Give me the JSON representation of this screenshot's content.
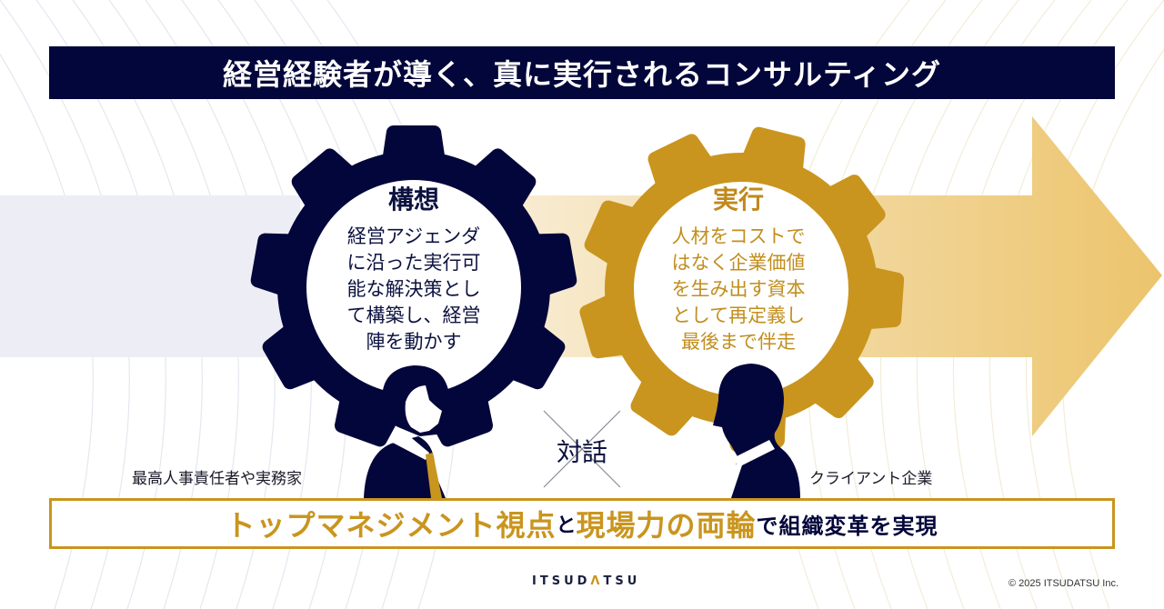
{
  "title": "経営経験者が導く、真に実行されるコンサルティング",
  "gears": [
    {
      "id": "concept",
      "heading": "構想",
      "body_lines": [
        "経営アジェンダ",
        "に沿った実行可",
        "能な解決策とし",
        "て構築し、経営",
        "陣を動かす"
      ],
      "color": "#03063a"
    },
    {
      "id": "execution",
      "heading": "実行",
      "body_lines": [
        "人材をコストで",
        "はなく企業価値",
        "を生み出す資本",
        "として再定義し",
        "最後まで伴走"
      ],
      "color": "#c9951e"
    }
  ],
  "people": {
    "left_label": "最高人事責任者や実務家",
    "right_label": "クライアント企業"
  },
  "dialog": "対話",
  "tagline": {
    "part1": "トップマネジメント視点",
    "part2": "と",
    "part3": "現場力の両輪",
    "part4": "で組織変革を実現"
  },
  "footer": {
    "logo_left": "ITSUD",
    "logo_accent": "Λ",
    "logo_right": "TSU",
    "copyright": "© 2025 ITSUDATSU Inc."
  },
  "colors": {
    "navy": "#03063a",
    "gold": "#c9951e",
    "arrow_light": "#f5e3bd",
    "arrow_dark": "#ecc673",
    "band_left": "#ededf5"
  }
}
